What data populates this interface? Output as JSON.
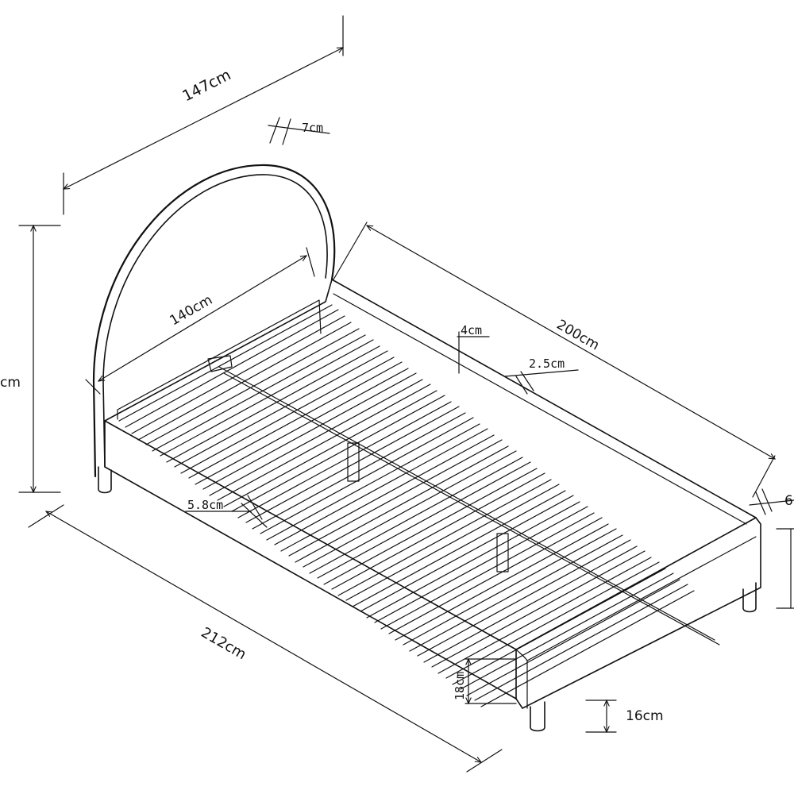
{
  "diagram": {
    "subject": "bed frame with arched headboard",
    "dimensions": {
      "overall_width": "147cm",
      "headboard_thickness": "7cm",
      "inner_width": "140cm",
      "total_height": "cm",
      "slat_gap": "4cm",
      "inner_length": "200cm",
      "side_rail_thickness": "2.5cm",
      "foot_thickness": "6",
      "slat_width": "5.8cm",
      "overall_length": "212cm",
      "frame_height": "18cm",
      "leg_height": "16cm"
    }
  }
}
